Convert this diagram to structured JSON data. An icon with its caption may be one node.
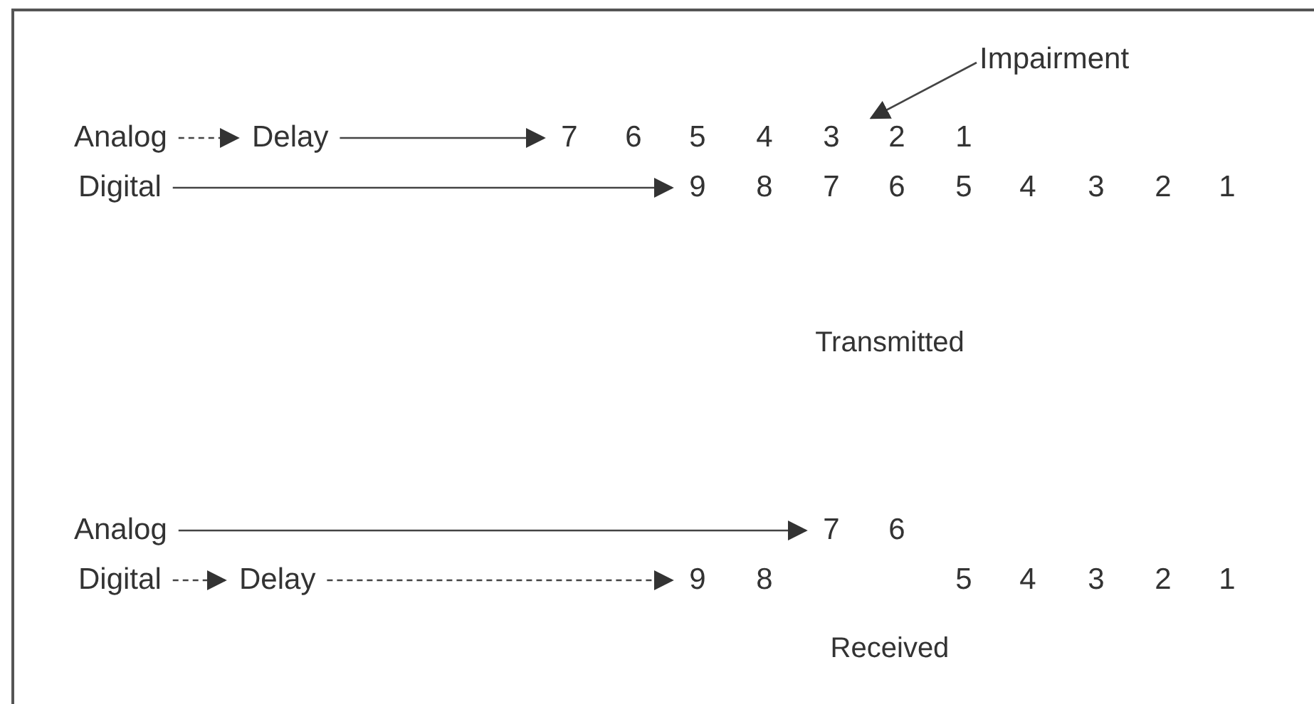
{
  "diagram": {
    "nodes": [
      {
        "text": [
          "Analog"
        ]
      },
      {
        "text": [
          "Delay"
        ]
      },
      {
        "text": [
          "7",
          "6",
          "5",
          "4",
          "3",
          "2",
          "1"
        ]
      },
      {
        "text": [
          "Digital"
        ]
      },
      {
        "text": [
          "9",
          "8",
          "7",
          "6",
          "5",
          "4",
          "3",
          "2",
          "1"
        ]
      },
      {
        "text": [
          "Impairment"
        ]
      },
      {
        "text": [
          "Analog"
        ]
      },
      {
        "text": [
          "7",
          "6"
        ]
      },
      {
        "text": [
          "Digital"
        ]
      },
      {
        "text": [
          "Delay"
        ]
      },
      {
        "text": [
          "9",
          "8",
          "5",
          "4",
          "3",
          "2",
          "1"
        ]
      }
    ],
    "edges": [
      {
        "from": 0,
        "to": 1,
        "arrow": "to",
        "style": "dashed"
      },
      {
        "from": 1,
        "to": 2,
        "arrow": "to"
      },
      {
        "from": 3,
        "to": 4,
        "arrow": "to"
      },
      {
        "from": 5,
        "to": 2,
        "arrow": "to"
      },
      {
        "from": 6,
        "to": 7,
        "arrow": "to"
      },
      {
        "from": 8,
        "to": 9,
        "arrow": "to",
        "style": "dashed"
      },
      {
        "from": 9,
        "to": 10,
        "arrow": "to",
        "style": "dashed"
      }
    ],
    "labels": [
      "Transmitted",
      "Received"
    ]
  }
}
